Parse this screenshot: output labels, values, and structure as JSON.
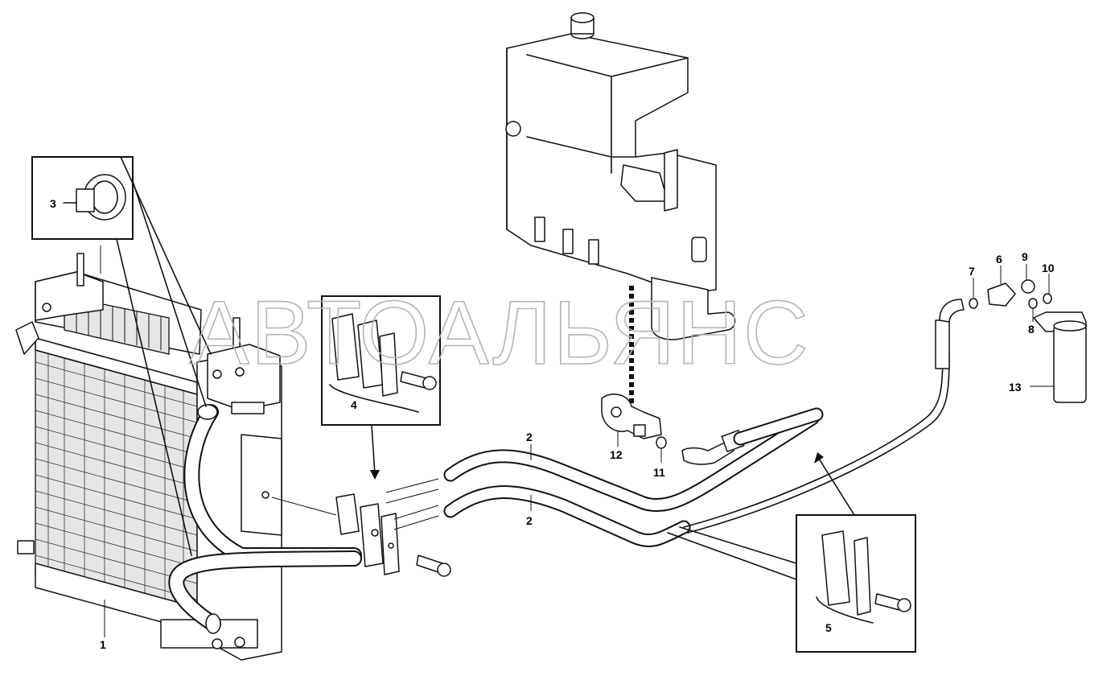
{
  "watermark": "АВТОАЛЬЯНС",
  "callouts": [
    {
      "id": "1",
      "label": "1"
    },
    {
      "id": "2a",
      "label": "2"
    },
    {
      "id": "2b",
      "label": "2"
    },
    {
      "id": "3",
      "label": "3"
    },
    {
      "id": "4",
      "label": "4"
    },
    {
      "id": "5",
      "label": "5"
    },
    {
      "id": "6",
      "label": "6"
    },
    {
      "id": "7",
      "label": "7"
    },
    {
      "id": "8",
      "label": "8"
    },
    {
      "id": "9",
      "label": "9"
    },
    {
      "id": "10",
      "label": "10"
    },
    {
      "id": "11",
      "label": "11"
    },
    {
      "id": "12",
      "label": "12"
    },
    {
      "id": "13",
      "label": "13"
    }
  ]
}
